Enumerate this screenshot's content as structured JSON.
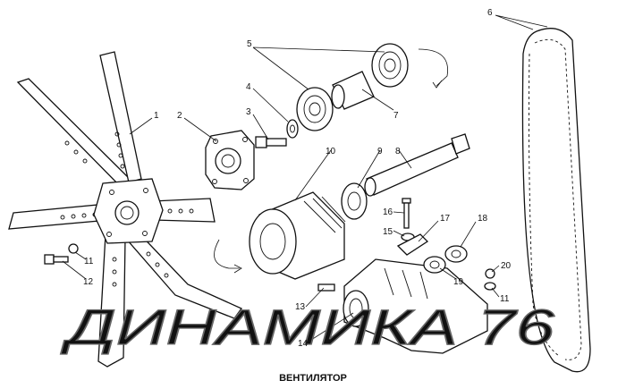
{
  "caption": "ВЕНТИЛЯТОР",
  "watermark": "ДИНАМИКА 76",
  "callouts": [
    {
      "id": "1",
      "label": "1"
    },
    {
      "id": "2",
      "label": "2"
    },
    {
      "id": "3",
      "label": "3"
    },
    {
      "id": "4",
      "label": "4"
    },
    {
      "id": "5",
      "label": "5"
    },
    {
      "id": "6",
      "label": "6"
    },
    {
      "id": "7",
      "label": "7"
    },
    {
      "id": "8",
      "label": "8"
    },
    {
      "id": "9",
      "label": "9"
    },
    {
      "id": "10",
      "label": "10"
    },
    {
      "id": "11a",
      "label": "11"
    },
    {
      "id": "11b",
      "label": "11"
    },
    {
      "id": "12",
      "label": "12"
    },
    {
      "id": "13",
      "label": "13"
    },
    {
      "id": "14",
      "label": "14"
    },
    {
      "id": "15",
      "label": "15"
    },
    {
      "id": "16",
      "label": "16"
    },
    {
      "id": "17",
      "label": "17"
    },
    {
      "id": "18",
      "label": "18"
    },
    {
      "id": "19",
      "label": "19"
    },
    {
      "id": "20",
      "label": "20"
    }
  ]
}
